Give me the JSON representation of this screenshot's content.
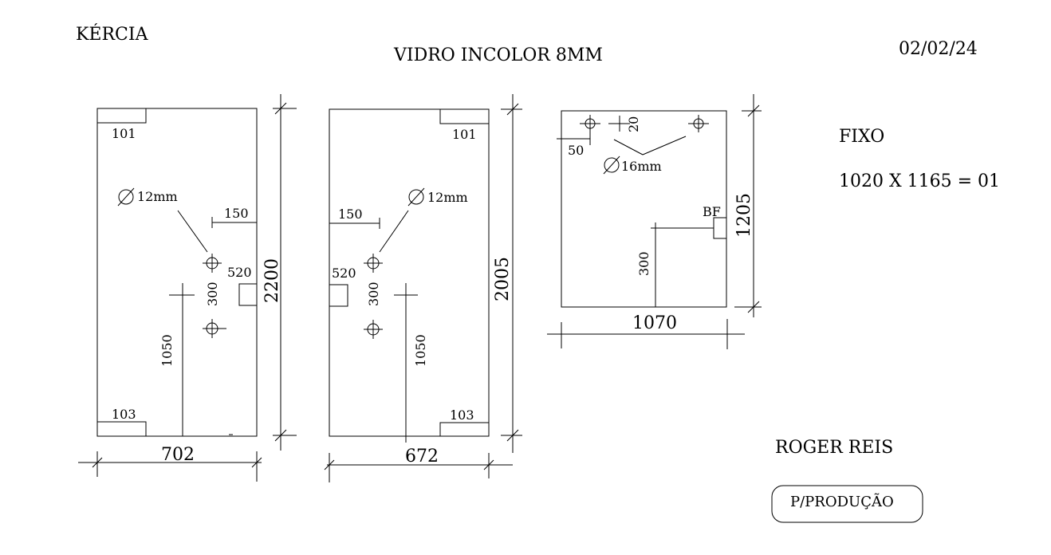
{
  "header": {
    "client": "KÉRCIA",
    "title": "VIDRO INCOLOR 8MM",
    "date": "02/02/24"
  },
  "panel_a": {
    "top_hardware": "101",
    "bottom_hardware": "103",
    "hole_label": "12mm",
    "offset": "150",
    "lock_height": "520",
    "hole_spacing": "300",
    "handle_height": "1050",
    "width": "702",
    "height": "2200"
  },
  "panel_b": {
    "top_hardware": "101",
    "bottom_hardware": "103",
    "hole_label": "12mm",
    "offset": "150",
    "lock_height": "520",
    "hole_spacing": "300",
    "handle_height": "1050",
    "width": "672",
    "height": "2005"
  },
  "panel_c": {
    "top_offset": "20",
    "side_offset": "50",
    "hole_label": "16mm",
    "bf_label": "BF",
    "bf_height": "300",
    "width": "1070",
    "height": "1205"
  },
  "fixed_panel": {
    "label": "FIXO",
    "spec": "1020 X 1165 = 01"
  },
  "footer": {
    "author": "ROGER REIS",
    "stamp": "P/PRODUÇÃO"
  }
}
